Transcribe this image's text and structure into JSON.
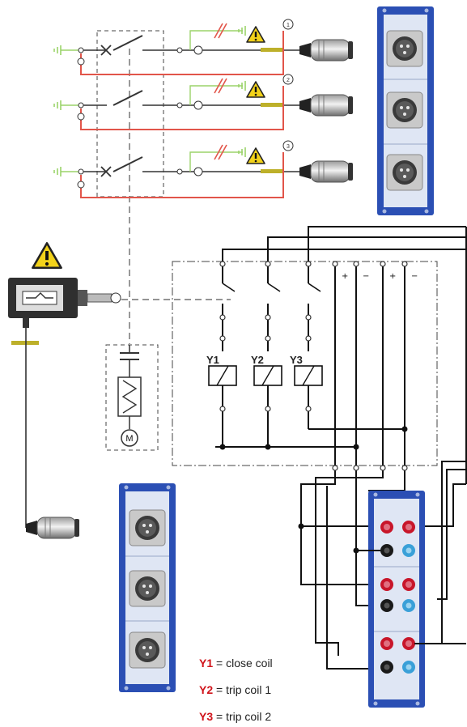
{
  "diagram": {
    "coil_labels": [
      "Y1",
      "Y2",
      "Y3"
    ],
    "motor_symbol": "M",
    "breaker_contacts": [
      "1",
      "2",
      "3"
    ],
    "dc_terminal_signs": [
      "+",
      "−",
      "+",
      "−"
    ],
    "caution_symbol": "!"
  },
  "legend": {
    "items": [
      {
        "code": "Y1",
        "text": " = close coil"
      },
      {
        "code": "Y2",
        "text": " = trip coil 1"
      },
      {
        "code": "Y3",
        "text": " = trip coil 2"
      }
    ]
  },
  "colors": {
    "wire_red": "#e2554a",
    "wire_green": "#9bd36a",
    "panel_blue": "#2b4fb4",
    "wire_black": "#111111",
    "terminal_red": "#c8162a",
    "terminal_blue": "#3aa0d8",
    "warning_yellow": "#f2d21a"
  }
}
